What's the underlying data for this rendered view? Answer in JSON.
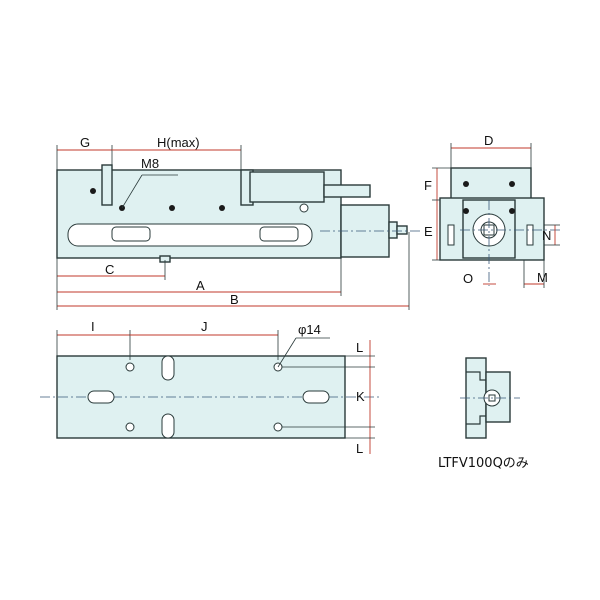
{
  "labels": {
    "G": "G",
    "H": "H(max)",
    "M8": "M8",
    "C": "C",
    "A": "A",
    "B": "B",
    "D": "D",
    "F": "F",
    "E": "E",
    "N": "N",
    "O": "O",
    "M": "M",
    "I": "I",
    "J": "J",
    "phi14": "φ14",
    "L_top": "L",
    "K": "K",
    "L_bottom": "L"
  },
  "caption": "LTFV100Qのみ",
  "colors": {
    "body": "#dff1f1",
    "outline": "#2a3a3a",
    "dimension": "#c0392b",
    "accent": "#1a1a1a"
  }
}
